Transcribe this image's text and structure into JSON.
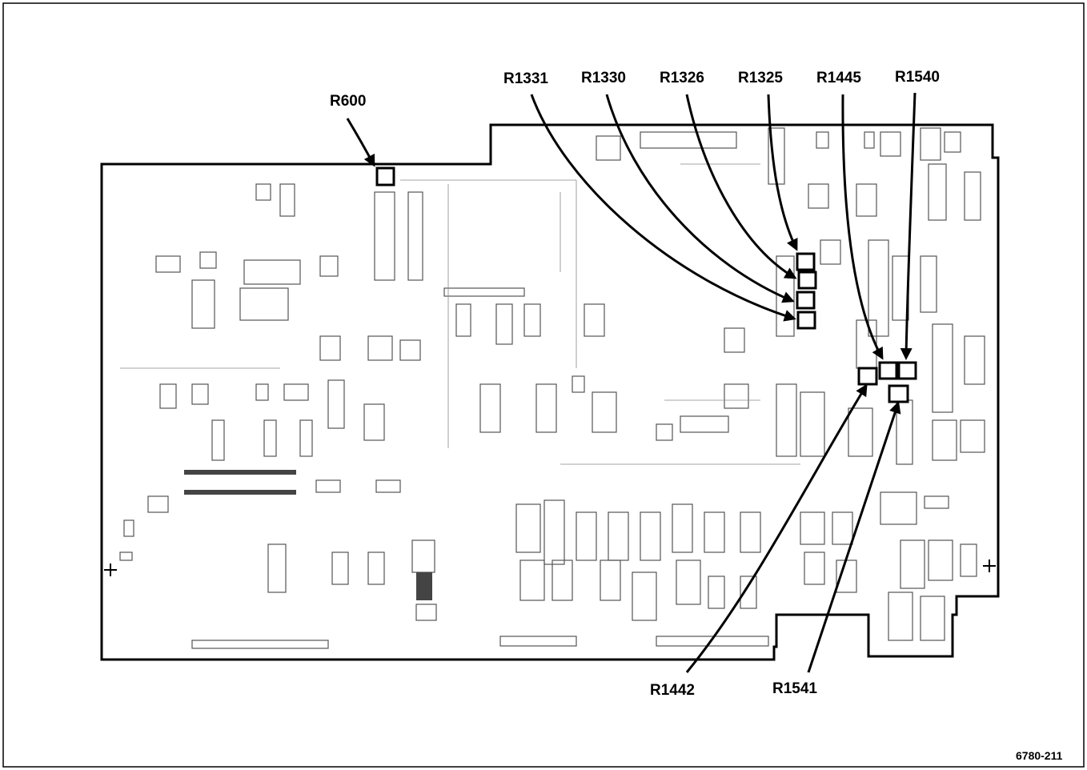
{
  "figure_number": "6780-211",
  "callouts": {
    "r600": "R600",
    "r1331": "R1331",
    "r1330": "R1330",
    "r1326": "R1326",
    "r1325": "R1325",
    "r1445": "R1445",
    "r1540": "R1540",
    "r1442": "R1442",
    "r1541": "R1541"
  }
}
